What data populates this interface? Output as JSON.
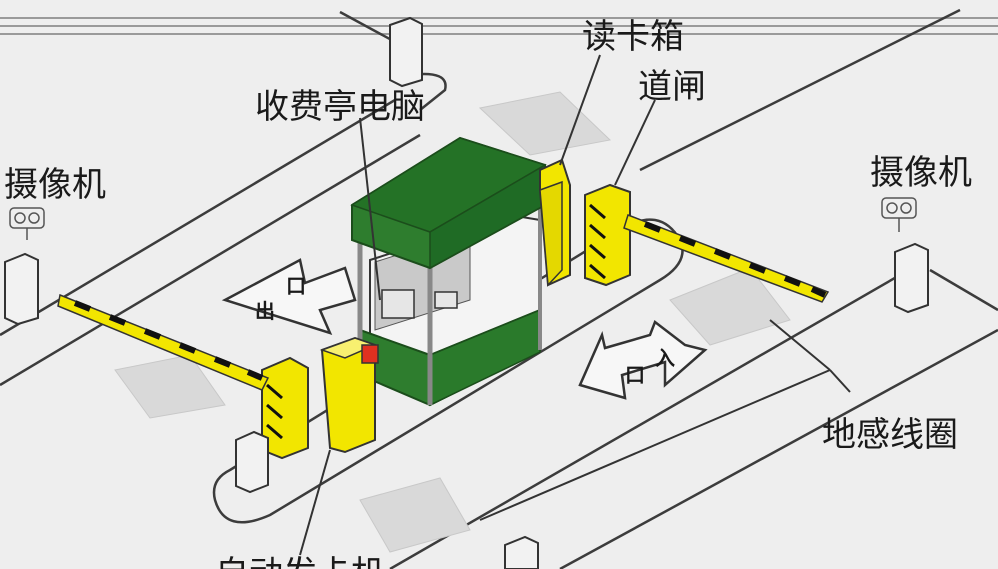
{
  "labels": {
    "card_reader": "读卡箱",
    "barrier_gate": "道闸",
    "booth_computer": "收费亭电脑",
    "camera_left": "摄像机",
    "camera_right": "摄像机",
    "loop_detector": "地感线圈",
    "ticket_machine": "自动发卡机"
  },
  "arrows": {
    "exit_label": "出",
    "entry_label": "入",
    "exit_box": "口",
    "entry_box": "口"
  },
  "colors": {
    "booth_green": "#2e7d2e",
    "booth_roof": "#1f6b25",
    "barrier_yellow": "#f2e600",
    "stripe_black": "#111111",
    "road_line": "#444444",
    "loop_pad": "#d4d4d4"
  }
}
